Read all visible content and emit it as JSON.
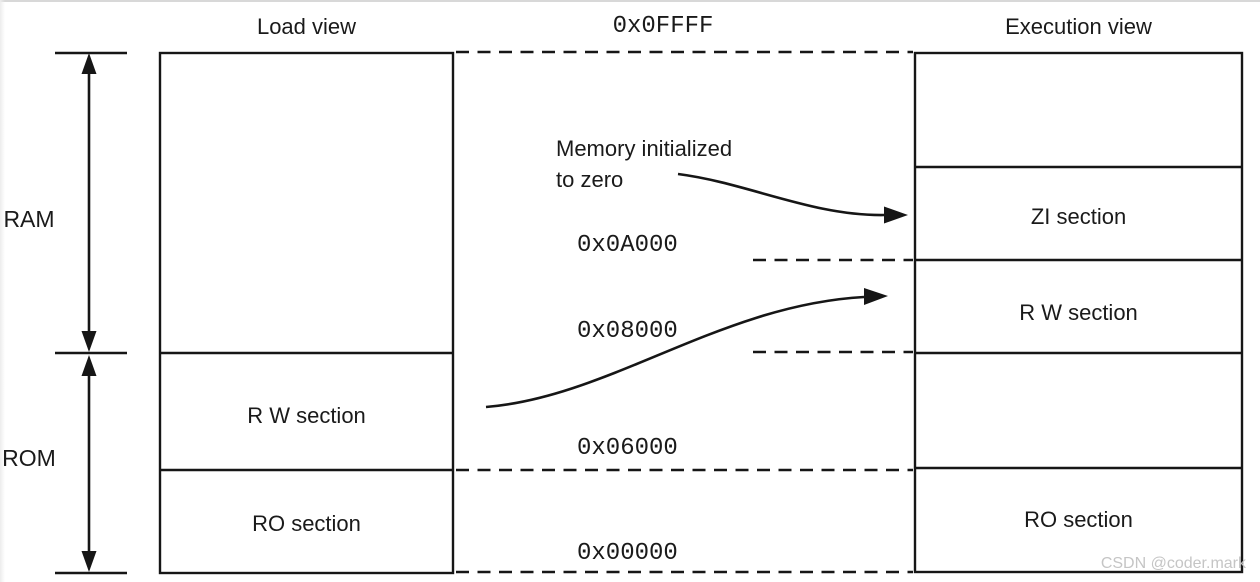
{
  "diagram": {
    "header": {
      "load_view_title": "Load view",
      "top_address": "0x0FFFF",
      "execution_view_title": "Execution view"
    },
    "memory_regions": {
      "ram_label": "RAM",
      "rom_label": "ROM"
    },
    "load_view": {
      "sections": [
        "R W section",
        "RO section"
      ]
    },
    "execution_view": {
      "sections": [
        "ZI section",
        "R W section",
        "RO section"
      ]
    },
    "addresses": [
      "0x0A000",
      "0x08000",
      "0x06000",
      "0x00000"
    ],
    "annotation": {
      "line1": "Memory initialized",
      "line2": "to zero"
    },
    "watermark": "CSDN @coder.mark",
    "colors": {
      "line": "#161616",
      "text": "#1a1a1a",
      "watermark": "#c5c5c5",
      "page_top_border": "#d8d8d8"
    }
  }
}
